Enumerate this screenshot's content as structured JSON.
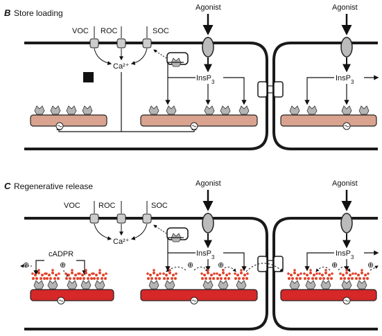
{
  "panels": [
    {
      "letter": "B",
      "title": "Store loading",
      "channels": {
        "voc": "VOC",
        "roc": "ROC",
        "soc": "SOC"
      },
      "calcium": "Ca²⁺",
      "agonist_left": "Agonist",
      "agonist_right": "Agonist",
      "ip3_left": "InsP",
      "ip3_left_sub": "3",
      "ip3_right": "InsP",
      "ip3_right_sub": "3"
    },
    {
      "letter": "C",
      "title": "Regenerative release",
      "channels": {
        "voc": "VOC",
        "roc": "ROC",
        "soc": "SOC"
      },
      "calcium": "Ca²⁺",
      "agonist_left": "Agonist",
      "agonist_right": "Agonist",
      "ip3_left": "InsP",
      "ip3_left_sub": "3",
      "ip3_right": "InsP",
      "ip3_right_sub": "3",
      "cadpr": "cADPR",
      "plus": "⊕"
    }
  ],
  "colors": {
    "membrane": "#1a1a1a",
    "er_loading": "#d9a38f",
    "er_release": "#d62828",
    "receptor": "#b5b5b5",
    "ca_dot": "#e0432b"
  }
}
